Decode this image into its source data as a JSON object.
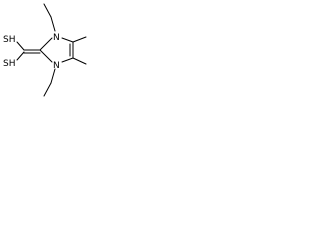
{
  "molecule": {
    "atoms": {
      "sh_top": "SH",
      "sh_bottom": "SH",
      "n_top": "N",
      "n_bottom": "N"
    }
  }
}
